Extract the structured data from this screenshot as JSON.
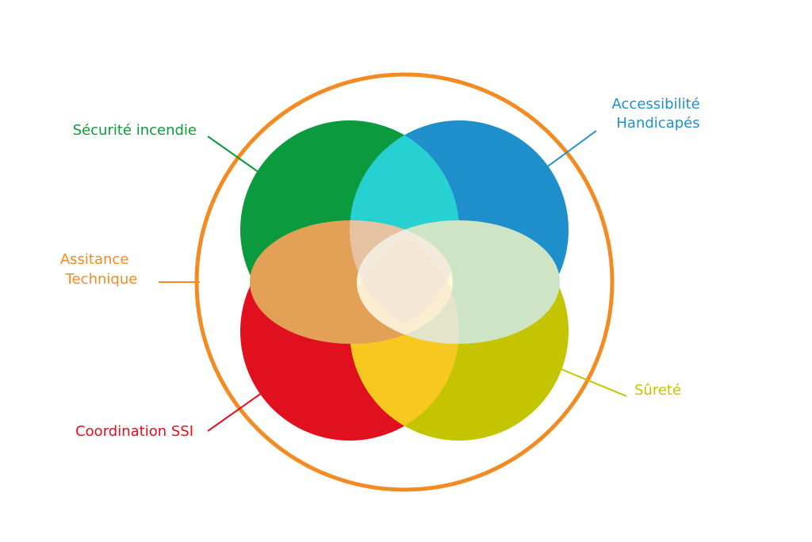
{
  "colors": {
    "background": "#ffffff",
    "outer_ring": "#f28b22",
    "securite": "#0b9a3d",
    "accessibilite": "#1f8fcb",
    "coordination": "#e0101f",
    "surete": "#c5c400",
    "green_blue": "#27d1d2",
    "green_red": "#e3a057",
    "blue_yellow": "#cde5c4",
    "red_yellow": "#f6c820",
    "center_top": "#e7dfe0",
    "center_right": "#ccf4d7",
    "center_left": "#f6e353",
    "center_bottom": "#f6e3cd",
    "center": "#fff8d8"
  },
  "labels": {
    "securite_incendie": "Sécurité incendie",
    "accessibilite_line1": "Accessibilité",
    "accessibilite_line2": "Handicapés",
    "assistance_line1": "Assitance",
    "assistance_line2": "Technique",
    "surete": "Sûreté",
    "coordination_ssi": "Coordination SSI"
  }
}
